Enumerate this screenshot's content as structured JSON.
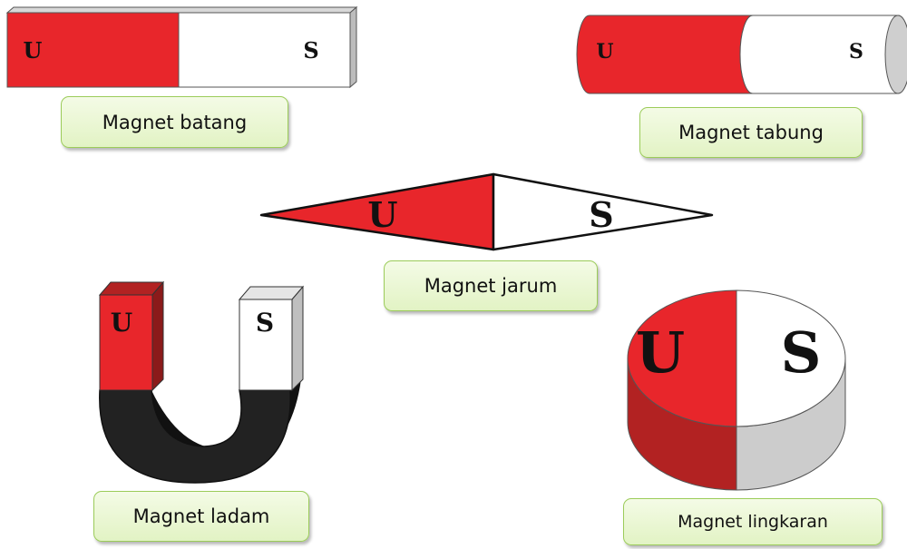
{
  "magnets": {
    "bar": {
      "label": "Magnet batang",
      "north": "U",
      "south": "S"
    },
    "cylinder": {
      "label": "Magnet tabung",
      "north": "U",
      "south": "S"
    },
    "needle": {
      "label": "Magnet jarum",
      "north": "U",
      "south": "S"
    },
    "horseshoe": {
      "label": "Magnet ladam",
      "north": "U",
      "south": "S"
    },
    "disc": {
      "label": "Magnet lingkaran",
      "north": "U",
      "south": "S"
    }
  },
  "colors": {
    "north": "#e8262b",
    "south": "#ffffff",
    "body": "#222222",
    "label_bg": "#e6f4cd",
    "label_border": "#9ccc5a"
  }
}
